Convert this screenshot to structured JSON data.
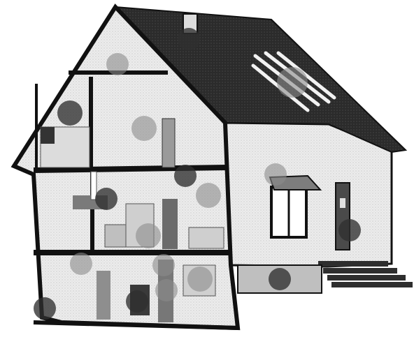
{
  "colors": {
    "roof": "#2a2a2a",
    "wall": "#e9e9e9",
    "wall_shade": "#d6d6d6",
    "outline": "#111111",
    "floor_slab": "#1c1c1c",
    "stairs": "#2e2e2e",
    "marker_gray": "#8c8c8c",
    "marker_dark": "#303030"
  },
  "markers": [
    {
      "id": "attic-vent-marker",
      "tone": "dark",
      "icon": "vent-icon"
    },
    {
      "id": "attic-light-marker",
      "tone": "gray",
      "icon": "lamp-icon"
    },
    {
      "id": "solar-panel-marker",
      "tone": "gray",
      "icon": "solar-panel-icon"
    },
    {
      "id": "thermostat-upstairs-marker",
      "tone": "dark",
      "icon": "thermostat-icon"
    },
    {
      "id": "bedroom-wall-device-marker",
      "tone": "gray",
      "icon": "wall-unit-icon"
    },
    {
      "id": "floor-duct-marker",
      "tone": "dark",
      "icon": "duct-icon"
    },
    {
      "id": "window-marker",
      "tone": "gray",
      "icon": "window-icon"
    },
    {
      "id": "door-marker",
      "tone": "dark",
      "icon": "door-icon"
    },
    {
      "id": "living-room-left-marker",
      "tone": "dark",
      "icon": "sofa-icon"
    },
    {
      "id": "living-room-wall-marker",
      "tone": "gray",
      "icon": "clock-icon"
    },
    {
      "id": "appliance-marker",
      "tone": "gray",
      "icon": "appliance-icon"
    },
    {
      "id": "basement-left-marker",
      "tone": "gray",
      "icon": "pipe-icon"
    },
    {
      "id": "basement-pipe-marker",
      "tone": "gray",
      "icon": "pipe-icon"
    },
    {
      "id": "basement-washer-marker",
      "tone": "dark",
      "icon": "washer-icon"
    },
    {
      "id": "basement-heater-marker",
      "tone": "gray",
      "icon": "water-heater-icon"
    },
    {
      "id": "basement-right-marker",
      "tone": "gray",
      "icon": "hvac-icon"
    },
    {
      "id": "basement-corner-marker",
      "tone": "dark",
      "icon": "sump-pump-icon"
    },
    {
      "id": "outdoor-unit-marker",
      "tone": "dark",
      "icon": "ac-unit-icon"
    }
  ]
}
